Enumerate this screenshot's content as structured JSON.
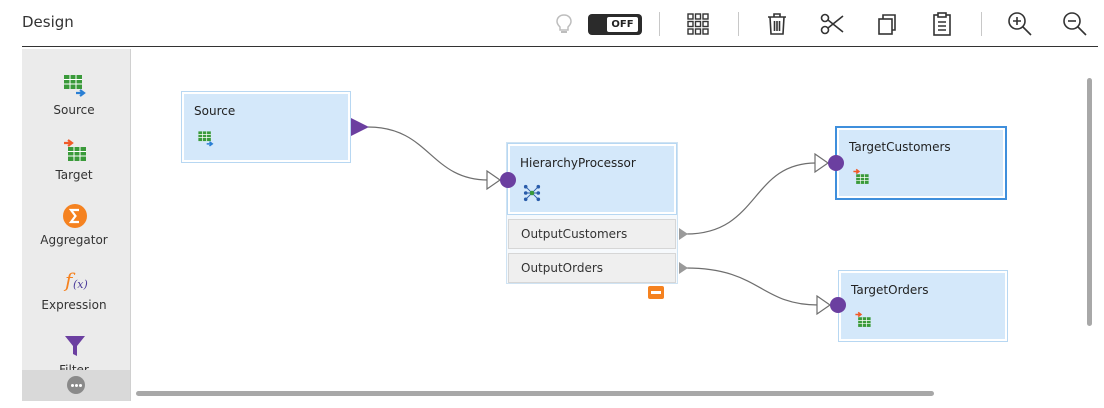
{
  "header": {
    "title": "Design",
    "toggle_label": "OFF"
  },
  "palette": {
    "items": [
      {
        "label": "Source",
        "icon": "source-table-icon"
      },
      {
        "label": "Target",
        "icon": "target-table-icon"
      },
      {
        "label": "Aggregator",
        "icon": "sigma-icon"
      },
      {
        "label": "Expression",
        "icon": "fx-icon"
      },
      {
        "label": "Filter",
        "icon": "funnel-icon"
      }
    ]
  },
  "canvas": {
    "source": {
      "name": "Source"
    },
    "hierarchy": {
      "name": "HierarchyProcessor",
      "outputs": [
        "OutputCustomers",
        "OutputOrders"
      ]
    },
    "target_customers": {
      "name": "TargetCustomers"
    },
    "target_orders": {
      "name": "TargetOrders"
    }
  },
  "colors": {
    "node_fill": "#d4e8fa",
    "port_purple": "#6b3fa0",
    "accent_orange": "#f58220",
    "selected_border": "#3f8fdc",
    "grid_green": "#3a9a3a"
  }
}
